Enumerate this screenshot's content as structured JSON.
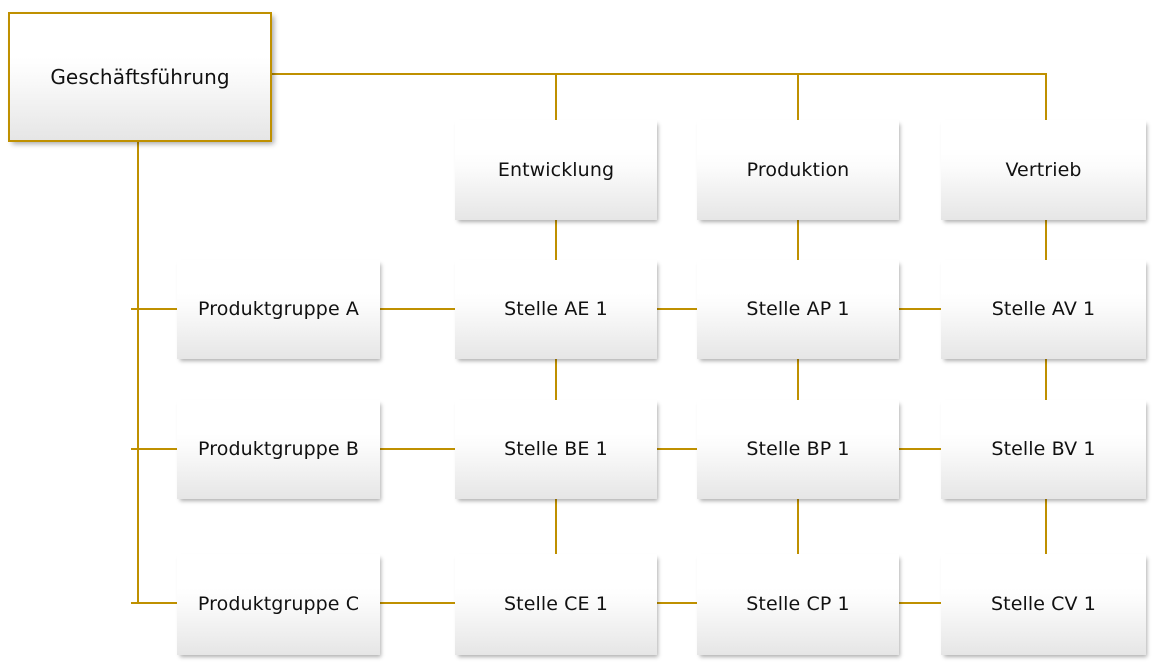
{
  "diagram": {
    "type": "matrix-organizational-chart",
    "language": "de",
    "background_color": "#ffffff",
    "connector_color": "#bf9000",
    "box_border_color": "#bf9000",
    "text_color": "#111111",
    "root": {
      "label": "Geschäftsführung"
    },
    "functional_units": [
      {
        "label": "Entwicklung"
      },
      {
        "label": "Produktion"
      },
      {
        "label": "Vertrieb"
      }
    ],
    "product_groups": [
      {
        "label": "Produktgruppe A"
      },
      {
        "label": "Produktgruppe B"
      },
      {
        "label": "Produktgruppe C"
      }
    ],
    "matrix_rows": [
      {
        "group": "Produktgruppe A",
        "cells": [
          {
            "label": "Stelle AE 1"
          },
          {
            "label": "Stelle AP 1"
          },
          {
            "label": "Stelle AV 1"
          }
        ]
      },
      {
        "group": "Produktgruppe B",
        "cells": [
          {
            "label": "Stelle BE 1"
          },
          {
            "label": "Stelle BP 1"
          },
          {
            "label": "Stelle BV 1"
          }
        ]
      },
      {
        "group": "Produktgruppe C",
        "cells": [
          {
            "label": "Stelle CE 1"
          },
          {
            "label": "Stelle CP 1"
          },
          {
            "label": "Stelle CV 1"
          }
        ]
      }
    ]
  }
}
